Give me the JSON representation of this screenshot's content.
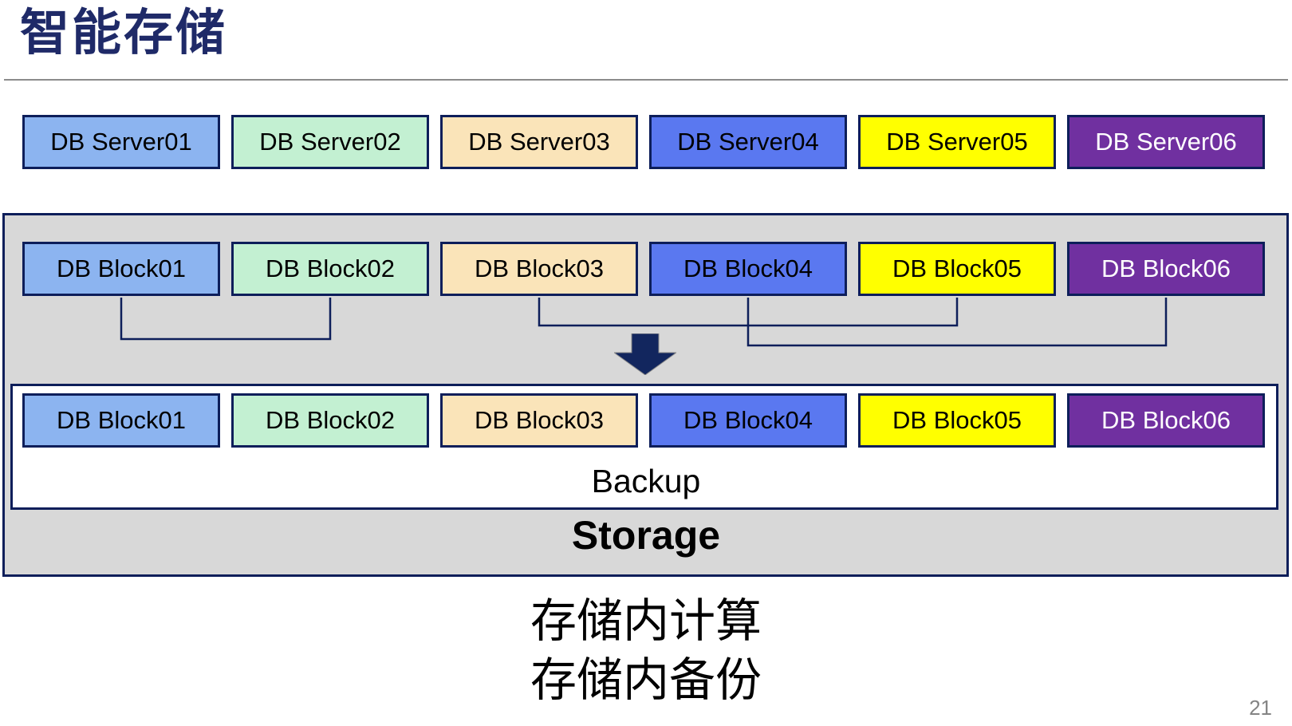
{
  "title": "智能存储",
  "rows": {
    "servers": {
      "name_prefix": "db-server-box-",
      "labels": [
        "DB Server01",
        "DB Server02",
        "DB Server03",
        "DB Server04",
        "DB Server05",
        "DB Server06"
      ]
    },
    "blocks_top": {
      "name_prefix": "db-block-top-box-",
      "labels": [
        "DB Block01",
        "DB Block02",
        "DB Block03",
        "DB Block04",
        "DB Block05",
        "DB Block06"
      ]
    },
    "blocks_backup": {
      "name_prefix": "db-block-backup-box-",
      "labels": [
        "DB Block01",
        "DB Block02",
        "DB Block03",
        "DB Block04",
        "DB Block05",
        "DB Block06"
      ]
    }
  },
  "palette": [
    {
      "fill": "#8CB4F0",
      "text": "#000000"
    },
    {
      "fill": "#C3F0D2",
      "text": "#000000"
    },
    {
      "fill": "#FAE4B9",
      "text": "#000000"
    },
    {
      "fill": "#5A78F0",
      "text": "#000000"
    },
    {
      "fill": "#FFFF00",
      "text": "#000000"
    },
    {
      "fill": "#7030A0",
      "text": "#FFFFFF"
    }
  ],
  "labels": {
    "backup": "Backup",
    "storage": "Storage"
  },
  "caption_lines": [
    "存储内计算",
    "存储内备份"
  ],
  "page_number": "21",
  "icons": {
    "flow_arrow": "thick-down-arrow-icon"
  },
  "colors": {
    "title": "#1F2A68",
    "navy_border": "#0D1E5A",
    "connector_line": "#0D1E5A",
    "arrow_fill": "#12265E",
    "container_fill": "#D8D8D8",
    "backup_box_fill": "#FFFFFF",
    "divider_gray": "#8C8C8C",
    "page_number_gray": "#848484"
  }
}
